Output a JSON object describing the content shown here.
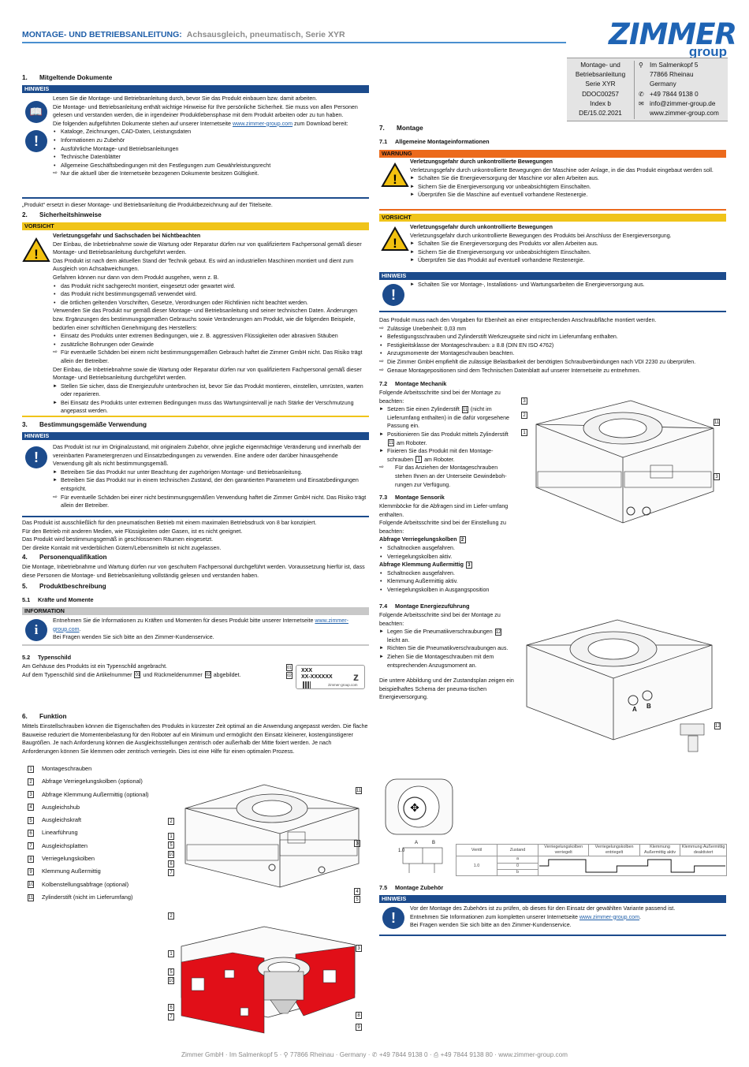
{
  "header": {
    "title": "MONTAGE- UND BETRIEBSANLEITUNG:",
    "subtitle": "Achsausgleich, pneumatisch, Serie XYR",
    "logo_main": "ZIMMER",
    "logo_sub": "group"
  },
  "infobox": {
    "left": [
      "Montage- und",
      "Betriebsanleitung",
      "Serie XYR",
      "DDOC00257",
      "Index b",
      "DE/15.02.2021"
    ],
    "right": [
      "Im Salmenkopf 5",
      "77866 Rheinau",
      "Germany",
      "+49 7844 9138 0",
      "info@zimmer-group.de",
      "www.zimmer-group.com"
    ]
  },
  "labels": {
    "hinweis": "HINWEIS",
    "vorsicht": "VORSICHT",
    "warnung": "WARNUNG",
    "information": "INFORMATION"
  },
  "s1": {
    "num": "1.",
    "title": "Mitgeltende Dokumente",
    "para": [
      "Lesen Sie die Montage- und Betriebsanleitung durch, bevor Sie das Produkt einbauen bzw. damit arbeiten.",
      "Die Montage- und Betriebsanleitung enthält wichtige Hinweise für Ihre persönliche Sicherheit. Sie muss von allen Personen gelesen und verstanden werden, die in irgendeiner Produktlebensphase mit dem Produkt arbeiten oder zu tun haben."
    ],
    "download_pre": "Die folgenden aufgeführten Dokumente stehen auf unserer Internetseite ",
    "download_link": "www.zimmer-group.com",
    "download_post": " zum Download bereit:",
    "bullets": [
      "Kataloge, Zeichnungen, CAD-Daten, Leistungsdaten",
      "Informationen zu Zubehör",
      "Ausführliche Montage- und Betriebsanleitungen",
      "Technische Datenblätter",
      "Allgemeine Geschäftsbedingungen mit den Festlegungen zum Gewährleistungsrecht"
    ],
    "note": "Nur die aktuell über die Internetseite bezogenen Dokumente besitzen Gültigkeit.",
    "after": "„Produkt“ ersetzt in dieser Montage- und Betriebsanleitung die Produktbezeichnung auf der Titelseite."
  },
  "s2": {
    "num": "2.",
    "title": "Sicherheitshinweise",
    "head": "Verletzungsgefahr und Sachschaden bei Nichtbeachten",
    "lines": [
      "Der Einbau, die Inbetriebnahme sowie die Wartung oder Reparatur dürfen nur von qualifiziertem Fachpersonal gemäß dieser Montage- und Betriebsanleitung durchgeführt werden.",
      "Das Produkt ist nach dem aktuellen Stand der Technik gebaut. Es wird an industriellen Maschinen montiert und dient zum Ausgleich von Achsabweichungen.",
      "Gefahren können nur dann von dem Produkt ausgehen, wenn z. B."
    ],
    "b1": [
      "das Produkt nicht sachgerecht montiert, eingesetzt oder gewartet wird.",
      "das Produkt nicht bestimmungsgemäß verwendet wird.",
      "die örtlichen geltenden Vorschriften, Gesetze, Verordnungen oder Richtlinien nicht beachtet werden."
    ],
    "mid": "Verwenden Sie das Produkt nur gemäß dieser Montage- und Betriebsanleitung und seiner technischen Daten. Änderungen bzw. Ergänzungen des bestimmungsgemäßen Gebrauchs sowie Veränderungen am Produkt, wie die folgenden Beispiele, bedürfen einer schriftlichen Genehmigung des Herstellers:",
    "b2": [
      "Einsatz des Produkts unter extremen Bedingungen, wie z. B. aggressiven Flüssigkeiten oder abrasiven Stäuben",
      "zusätzliche Bohrungen oder Gewinde"
    ],
    "n1": "Für eventuelle Schäden bei einem nicht bestimmungsgemäßen Gebrauch haftet die Zimmer GmbH nicht. Das Risiko trägt allein der Betreiber.",
    "end": "Der Einbau, die Inbetriebnahme sowie die Wartung oder Reparatur dürfen nur von qualifiziertem Fachpersonal gemäß dieser Montage- und Betriebsanleitung durchgeführt werden.",
    "a": [
      "Stellen Sie sicher, dass die Energiezufuhr unterbrochen ist, bevor Sie das Produkt montieren, einstellen, umrüsten, warten oder reparieren.",
      "Bei Einsatz des Produkts unter extremen Bedingungen muss das Wartungsintervall je nach Stärke der Verschmutzung angepasst werden."
    ]
  },
  "s3": {
    "num": "3.",
    "title": "Bestimmungsgemäße Verwendung",
    "para": "Das Produkt ist nur im Originalzustand, mit originalem Zubehör, ohne jegliche eigenmächtige Veränderung und innerhalb der vereinbarten Parametergrenzen und Einsatzbedingungen zu verwenden. Eine andere oder darüber hinausgehende Verwendung gilt als nicht bestimmungsgemäß.",
    "a": [
      "Betreiben Sie das Produkt nur unter Beachtung der zugehörigen Montage- und Betriebsanleitung.",
      "Betreiben Sie das Produkt nur in einem technischen Zustand, der den garantierten Parametern und Einsatzbedingungen entspricht."
    ],
    "n": "Für eventuelle Schäden bei einer nicht bestimmungsgemäßen Verwendung haftet die Zimmer GmbH nicht. Das Risiko trägt allein der Betreiber.",
    "after": [
      "Das Produkt ist ausschließlich für den pneumatischen Betrieb mit einem maximalen Betriebsdruck von 8 bar konzipiert.",
      "Für den Betrieb mit anderen Medien, wie Flüssigkeiten oder Gasen, ist es nicht geeignet.",
      "Das Produkt wird bestimmungsgemäß in geschlossenen Räumen eingesetzt.",
      "Der direkte Kontakt mit verderblichen Gütern/Lebensmitteln ist nicht zugelassen."
    ]
  },
  "s4": {
    "num": "4.",
    "title": "Personenqualifikation",
    "para": "Die Montage, Inbetriebnahme und Wartung dürfen nur von geschultem Fachpersonal durchgeführt werden. Voraussetzung hierfür ist, dass diese Personen die Montage- und Betriebsanleitung vollständig gelesen und verstanden haben."
  },
  "s5": {
    "num": "5.",
    "title": "Produktbeschreibung",
    "s51num": "5.1",
    "s51": "Kräfte und Momente",
    "info_pre": "Entnehmen Sie die Informationen zu Kräften und Momenten für dieses Produkt bitte unserer Internetseite ",
    "info_link": "www.zimmer-group.com",
    "info_post": ".",
    "info2": "Bei Fragen wenden Sie sich bitte an den Zimmer-Kundenservice.",
    "s52num": "5.2",
    "s52": "Typenschild",
    "tp1": "Am Gehäuse des Produkts ist ein Typenschild angebracht.",
    "tp2a": "Auf dem Typenschild sind die Artikelnummer",
    "tp2b": "und Rückmeldenummer",
    "tp2c": "abgebildet.",
    "plate": {
      "n1": "01",
      "n2": "02",
      "l1": "XXX",
      "l2": "XX-XXXXXX",
      "brand": "zimmer-group.com"
    }
  },
  "s6": {
    "num": "6.",
    "title": "Funktion",
    "para": "Mittels Einstellschrauben können die Eigenschaften des Produkts in kürzester Zeit optimal an die Anwendung angepasst werden. Die flache Bauweise reduziert die Momentenbelastung für den Roboter auf ein Minimum und ermöglicht den Einsatz kleinerer, kostengünstigerer Baugrößen. Je nach Anforderung können die Ausgleichsstellungen zentrisch oder außerhalb der Mitte fixiert werden. Je nach Anforderungen können Sie klemmen oder zentrisch verriegeln. Dies ist eine Hilfe für einen optimalen Prozess.",
    "legend": [
      {
        "n": "1",
        "t": "Montageschrauben"
      },
      {
        "n": "2",
        "t": "Abfrage Verriegelungskolben (optional)"
      },
      {
        "n": "3",
        "t": "Abfrage Klemmung Außermittig (optional)"
      },
      {
        "n": "4",
        "t": "Ausgleichshub"
      },
      {
        "n": "5",
        "t": "Ausgleichskraft"
      },
      {
        "n": "6",
        "t": "Linearführung"
      },
      {
        "n": "7",
        "t": "Ausgleichsplatten"
      },
      {
        "n": "8",
        "t": "Verriegelungskolben"
      },
      {
        "n": "9",
        "t": "Klemmung Außermittig"
      },
      {
        "n": "10",
        "t": "Kolbenstellungsabfrage (optional)"
      },
      {
        "n": "11",
        "t": "Zylinderstift (nicht im Lieferumfang)"
      }
    ]
  },
  "s7": {
    "num": "7.",
    "title": "Montage",
    "s71num": "7.1",
    "s71": "Allgemeine Montageinformationen",
    "w_head": "Verletzungsgefahr durch unkontrollierte Bewegungen",
    "w_text": "Verletzungsgefahr durch unkontrollierte Bewegungen der Maschine oder Anlage, in die das Produkt eingebaut werden soll.",
    "w_a": [
      "Schalten Sie die Energieversorgung der Maschine vor allen Arbeiten aus.",
      "Sichern Sie die Energieversorgung vor unbeabsichtigtem Einschalten.",
      "Überprüfen Sie die Maschine auf eventuell vorhandene Restenergie."
    ],
    "v_head": "Verletzungsgefahr durch unkontrollierte Bewegungen",
    "v_text": "Verletzungsgefahr durch unkontrollierte Bewegungen des Produkts bei Anschluss der Energieversorgung.",
    "v_a": [
      "Schalten Sie die Energieversorgung des Produkts vor allen Arbeiten aus.",
      "Sichern Sie die Energieversorgung vor unbeabsichtigtem Einschalten.",
      "Überprüfen Sie das Produkt auf eventuell vorhandene Restenergie."
    ],
    "h_a": "Schalten Sie vor Montage-, Installations- und Wartungsarbeiten die Energieversorgung aus.",
    "mount": "Das Produkt muss nach den Vorgaben für Ebenheit an einer entsprechenden Anschraubfläche montiert werden.",
    "mount_n": "Zulässige Unebenheit: 0,03 mm",
    "mount_b": [
      "Befestigungsschrauben und Zylinderstift Werkzeugseite sind nicht im Lieferumfang enthalten.",
      "Festigkeitsklasse der Montageschrauben: ≥ 8.8 (DIN EN ISO 4762)",
      "Anzugsmomente der Montageschrauben beachten."
    ],
    "mount_n2": [
      "Die Zimmer GmbH empfiehlt die zulässige Belastbarkeit der benötigten Schraubverbindungen nach VDI 2230 zu überprüfen.",
      "Genaue Montagepositionen sind dem Technischen Datenblatt auf unserer Internetseite zu entnehmen."
    ],
    "s72num": "7.2",
    "s72": "Montage Mechanik",
    "m_intro": "Folgende Arbeitsschritte sind bei der Montage zu beachten:",
    "m_a1a": "Setzen Sie einen Zylinderstift",
    "m_a1b": "(nicht im Lieferumfang enthalten) in die dafür vorgesehene Passung ein.",
    "m_a2a": "Positionieren Sie das Produkt mittels Zylinderstift",
    "m_a2b": "am Roboter.",
    "m_a3a": "Fixieren Sie das Produkt mit den Montage-schrauben",
    "m_a3b": "am Roboter.",
    "m_n": "Für das Anziehen der Montageschrauben stehen Ihnen an der Unterseite Gewindeboh-rungen zur Verfügung.",
    "s73num": "7.3",
    "s73": "Montage Sensorik",
    "sen1": "Klemmböcke für die Abfragen sind im Liefer-umfang enthalten.",
    "sen2": "Folgende Arbeitsschritte sind bei der Einstellung zu beachten:",
    "sa": "Abfrage Verriegelungskolben",
    "sa_b": [
      "Schaltnocken ausgefahren.",
      "Verriegelungskolben aktiv."
    ],
    "sb": "Abfrage Klemmung Außermittig",
    "sb_b": [
      "Schaltnocken ausgefahren.",
      "Klemmung Außermittig aktiv.",
      "Verriegelungskolben in Ausgangsposition"
    ],
    "s74num": "7.4",
    "s74": "Montage Energiezuführung",
    "e_intro": "Folgende Arbeitsschritte sind bei der Montage zu beachten:",
    "e_a1": "Legen Sie die Pneumatikverschraubungen",
    "e_a1b": "leicht an.",
    "e_a2": "Richten Sie die Pneumatikverschraubungen aus.",
    "e_a3": "Ziehen Sie die Montageschrauben mit dem entsprechenden Anzugsmoment an.",
    "e_txt": "Die untere Abbildung und der Zustandsplan zeigen ein beispielhaftes Schema der pneuma-tischen Energieversorgung.",
    "s75num": "7.5",
    "s75": "Montage Zubehör",
    "z1": "Vor der Montage des Zubehörs ist zu prüfen, ob dieses für den Einsatz der gewählten Variante passend ist.",
    "z2_pre": "Entnehmen Sie Informationen zum kompletten unserer Internetseite ",
    "z2_link": "www.zimmer-group.com",
    "z2_post": ".",
    "z3": "Bei Fragen wenden Sie sich bitte an den Zimmer-Kundenservice."
  },
  "state": {
    "h": [
      "Ventil",
      "Zustand",
      "Verriegelungskolben verriegelt",
      "Verriegelungskolben entriegelt",
      "Klemmung Außermittig aktiv",
      "Klemmung Außermittig deaktiviert"
    ],
    "rows": [
      [
        "1.0",
        "a"
      ],
      [
        "",
        "0"
      ],
      [
        "",
        "b"
      ]
    ],
    "ab": [
      "A",
      "B"
    ],
    "v": "1.0"
  },
  "fig": {
    "n11": "11",
    "n3": "3",
    "n2": "2",
    "n1": "1",
    "n12": "12",
    "A": "A",
    "B": "B",
    "f1": [
      "11",
      "3",
      "4",
      "5",
      "2",
      "1",
      "5",
      "10",
      "6",
      "7"
    ],
    "f2": [
      "2",
      "3",
      "1",
      "5",
      "10",
      "6",
      "7",
      "8",
      "9"
    ]
  },
  "footer": {
    "pre": "Zimmer GmbH · Im Salmenkopf 5 · ",
    "mid1": " 77866 Rheinau · Germany · ",
    "mid2": " +49 7844 9138 0 · ",
    "mid3": " +49 7844 9138 80 · www.zimmer-group.com"
  }
}
